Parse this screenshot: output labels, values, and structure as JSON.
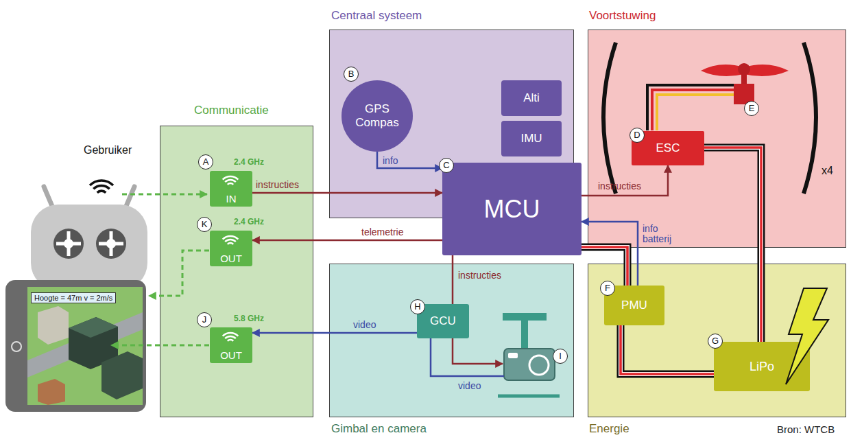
{
  "diagram": {
    "nodes": [
      {
        "text": [
          "Centraal systeem"
        ]
      },
      {
        "text": [
          "GPS Compas"
        ],
        "in": 0
      },
      {
        "text": [
          "Alti"
        ],
        "in": 0
      },
      {
        "text": [
          "IMU"
        ],
        "in": 0
      },
      {
        "text": [
          "Voortstuwing"
        ]
      },
      {
        "text": [
          "ESC"
        ],
        "in": 4
      },
      {
        "text": [
          "Communicatie"
        ]
      },
      {
        "text": [
          "IN"
        ],
        "in": 6
      },
      {
        "text": [
          "OUT"
        ],
        "in": 6
      },
      {
        "text": [
          "OUT"
        ],
        "in": 6
      },
      {
        "text": [
          "MCU"
        ]
      },
      {
        "text": [
          "Gimbal en camera"
        ]
      },
      {
        "text": [
          "GCU"
        ],
        "in": 11
      },
      {
        "text": [
          "Energie"
        ]
      },
      {
        "text": [
          "PMU"
        ],
        "in": 13
      },
      {
        "text": [
          "LiPo"
        ],
        "in": 13
      }
    ],
    "edges": [
      {
        "from": 1,
        "to": 10,
        "arrow": "to",
        "label": "info"
      },
      {
        "from": 7,
        "to": 10,
        "arrow": "to",
        "label": "instructies"
      },
      {
        "from": 10,
        "to": 8,
        "arrow": "to",
        "label": "telemetrie"
      },
      {
        "from": 10,
        "to": 5,
        "arrow": "to",
        "label": "instructies"
      },
      {
        "from": 14,
        "to": 10,
        "arrow": "to",
        "label": "info batterij"
      },
      {
        "from": 10,
        "to": 12,
        "arrow": "none",
        "label": "instructies"
      },
      {
        "from": 12,
        "to": 9,
        "arrow": "to",
        "label": "video"
      },
      {
        "from": 10,
        "to": 14,
        "arrow": "none"
      },
      {
        "from": 14,
        "to": 15,
        "arrow": "none"
      },
      {
        "from": 5,
        "to": 15,
        "arrow": "none"
      }
    ],
    "labels": [
      "A",
      "B",
      "C",
      "D",
      "E",
      "F",
      "G",
      "H",
      "I",
      "J",
      "K",
      "2.4 GHz",
      "2.4 GHz",
      "5.8 GHz",
      "Gebruiker",
      "Hoogte = 47m v = 2m/s",
      "x4",
      "video",
      "Bron: WTCB"
    ]
  }
}
